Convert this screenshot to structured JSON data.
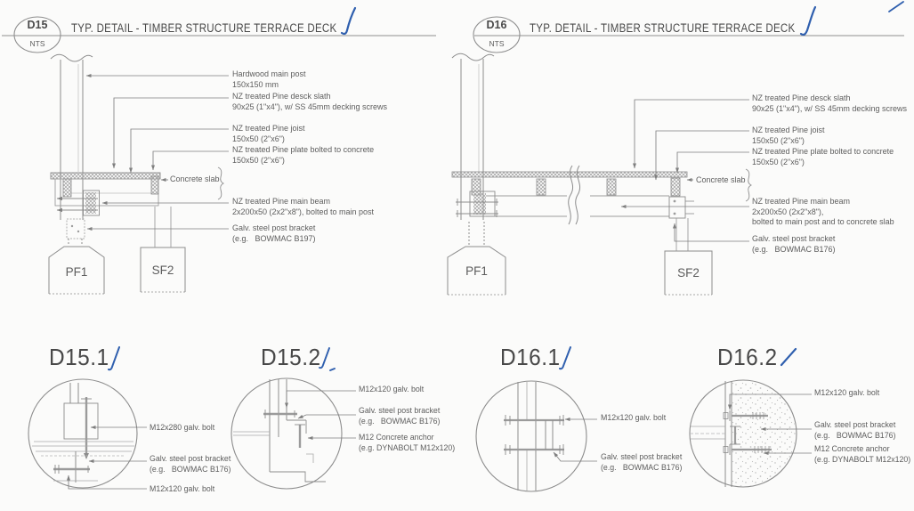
{
  "colors": {
    "ink": "#5d5d5d",
    "line": "#8c8c8c",
    "check": "#2f5fae"
  },
  "d15": {
    "id": "D15",
    "scale": "NTS",
    "title": "TYP. DETAIL - TIMBER STRUCTURE TERRACE DECK",
    "callouts": {
      "post": "Hardwood main post\n150x150 mm",
      "slath": "NZ treated Pine desck slath\n90x25 (1\"x4\"), w/ SS 45mm decking screws",
      "joist": "NZ treated Pine joist\n150x50 (2\"x6\")",
      "plate": "NZ treated Pine plate bolted to concrete\n150x50 (2\"x6\")",
      "slab": "Concrete slab",
      "beam": "NZ treated Pine main beam\n2x200x50 (2x2\"x8\"), bolted to main post",
      "bracket": "Galv. steel post bracket\n(e.g.   BOWMAC B197)"
    },
    "footings": {
      "left": "PF1",
      "right": "SF2"
    }
  },
  "d16": {
    "id": "D16",
    "scale": "NTS",
    "title": "TYP. DETAIL - TIMBER STRUCTURE TERRACE DECK",
    "callouts": {
      "slath": "NZ treated Pine desck slath\n90x25 (1\"x4\"), w/ SS 45mm decking screws",
      "joist": "NZ treated Pine joist\n150x50 (2\"x6\")",
      "plate": "NZ treated Pine plate bolted to concrete\n150x50 (2\"x6\")",
      "slab": "Concrete slab",
      "beam": "NZ treated Pine main beam\n2x200x50 (2x2\"x8\"),\nbolted to main post and to concrete slab",
      "bracket": "Galv. steel post bracket\n(e.g.   BOWMAC B176)"
    },
    "footings": {
      "left": "PF1",
      "right": "SF2"
    }
  },
  "d15_1": {
    "title": "D15.1",
    "callouts": {
      "bolt_top": "M12x280 galv. bolt",
      "bracket": "Galv. steel post bracket\n(e.g.   BOWMAC B176)",
      "bolt_bottom": "M12x120 galv. bolt"
    }
  },
  "d15_2": {
    "title": "D15.2",
    "callouts": {
      "bolt": "M12x120 galv. bolt",
      "bracket": "Galv. steel post bracket\n(e.g.   BOWMAC B176)",
      "anchor": "M12 Concrete anchor\n(e.g. DYNABOLT M12x120)"
    }
  },
  "d16_1": {
    "title": "D16.1",
    "callouts": {
      "bolt": "M12x120 galv. bolt",
      "bracket": "Galv. steel post bracket\n(e.g.   BOWMAC B176)"
    }
  },
  "d16_2": {
    "title": "D16.2",
    "callouts": {
      "bolt": "M12x120 galv. bolt",
      "bracket": "Galv. steel post bracket\n(e.g.   BOWMAC B176)",
      "anchor": "M12 Concrete anchor\n(e.g. DYNABOLT M12x120)"
    }
  }
}
